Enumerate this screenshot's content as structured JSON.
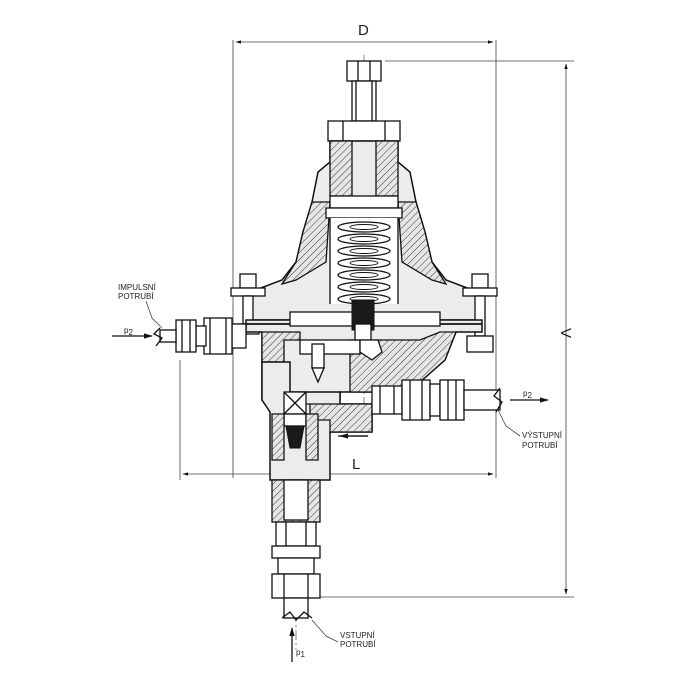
{
  "dimensions": {
    "width_label": "D",
    "length_label": "L",
    "height_label": "V"
  },
  "annotations": {
    "impulse_pipe": [
      "IMPULSNÍ",
      "POTRUBÍ"
    ],
    "outlet_pipe": [
      "VÝSTUPNÍ",
      "POTRUBÍ"
    ],
    "inlet_pipe": [
      "VSTUPNÍ",
      "POTRUBÍ"
    ]
  },
  "pressures": {
    "impulse": {
      "symbol": "p",
      "sub": "2"
    },
    "outlet": {
      "symbol": "p",
      "sub": "2"
    },
    "inlet": {
      "symbol": "p",
      "sub": "1"
    }
  }
}
